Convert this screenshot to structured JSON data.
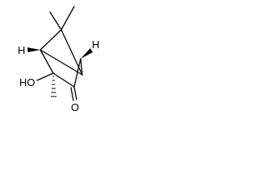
{
  "molecule": {
    "labels": {
      "h_left": "H",
      "h_right": "H",
      "hydroxyl": "HO",
      "ketone_oxygen": "O"
    },
    "colors": {
      "bond": "#000000",
      "background": "#ffffff"
    }
  }
}
